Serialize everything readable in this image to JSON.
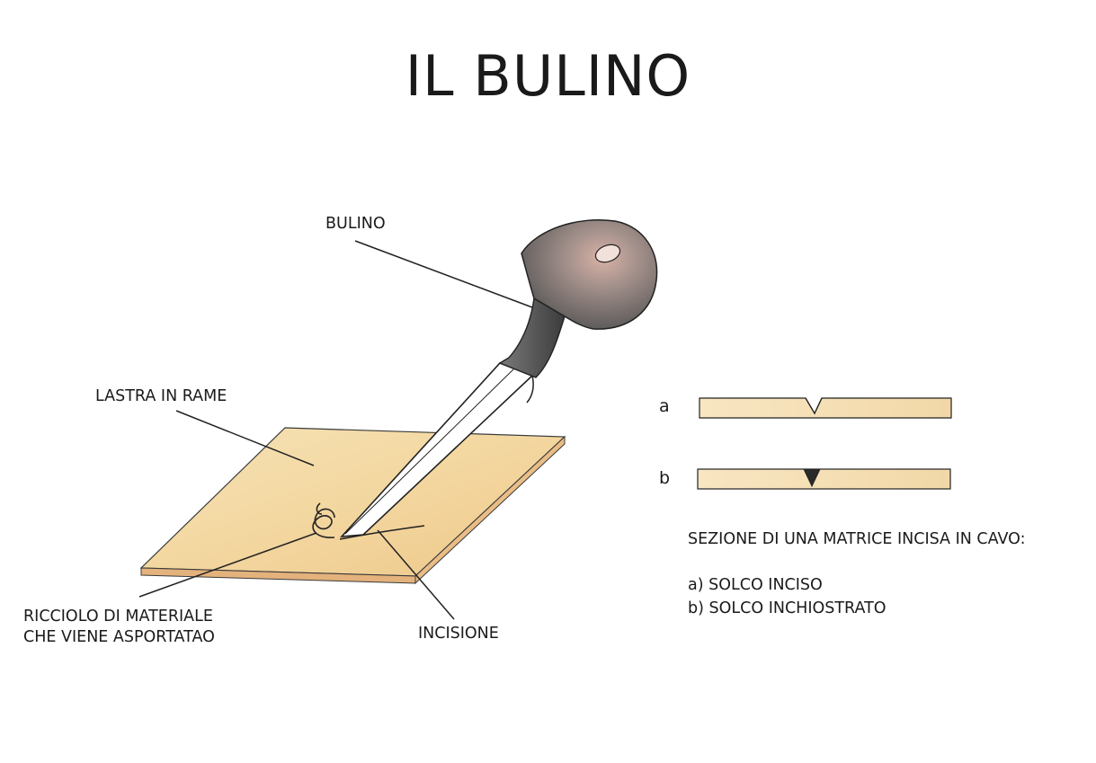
{
  "title": "IL BULINO",
  "labels": {
    "bulino": "BULINO",
    "lastra": "LASTRA IN RAME",
    "ricciolo_line1": "RICCIOLO DI MATERIALE",
    "ricciolo_line2": "CHE VIENE ASPORTATAO",
    "incisione": "INCISIONE"
  },
  "sections": {
    "a_letter": "a",
    "b_letter": "b",
    "caption": "SEZIONE DI UNA MATRICE INCISA IN CAVO:",
    "item_a": "a) SOLCO INCISO",
    "item_b": "b) SOLCO INCHIOSTRATO"
  },
  "colors": {
    "plate": "#f3d9a4",
    "plate_edge": "#e8b87a",
    "handle": "#6b6b6b",
    "handle_highlight": "#caa49a",
    "ink": "#222222"
  }
}
